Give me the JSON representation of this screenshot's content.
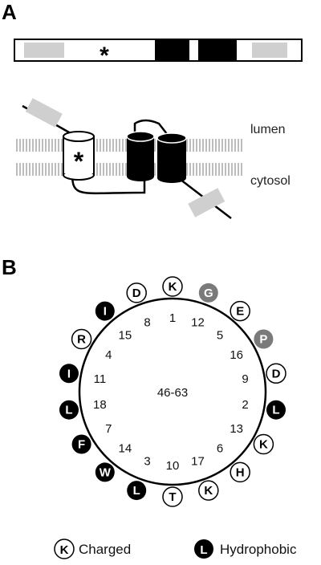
{
  "panel_a": {
    "letter": "A",
    "bar_marker": "*",
    "helix_marker": "*",
    "lumen_label": "lumen",
    "cytosol_label": "cytosol",
    "colors": {
      "amphipathic": "#cfcfcf",
      "transmembrane": "#000000",
      "membrane": "#c8c8c8"
    }
  },
  "panel_b": {
    "letter": "B",
    "center_label": "46-63",
    "positions": [
      "1",
      "2",
      "3",
      "4",
      "5",
      "6",
      "7",
      "8",
      "9",
      "10",
      "11",
      "12",
      "13",
      "14",
      "15",
      "16",
      "17",
      "18"
    ],
    "residues": [
      {
        "letter": "K",
        "type": "charged"
      },
      {
        "letter": "G",
        "type": "other"
      },
      {
        "letter": "E",
        "type": "charged"
      },
      {
        "letter": "P",
        "type": "other"
      },
      {
        "letter": "D",
        "type": "charged"
      },
      {
        "letter": "L",
        "type": "hydrophobic"
      },
      {
        "letter": "K",
        "type": "charged"
      },
      {
        "letter": "H",
        "type": "charged"
      },
      {
        "letter": "K",
        "type": "charged"
      },
      {
        "letter": "T",
        "type": "charged"
      },
      {
        "letter": "L",
        "type": "hydrophobic"
      },
      {
        "letter": "W",
        "type": "hydrophobic"
      },
      {
        "letter": "F",
        "type": "hydrophobic"
      },
      {
        "letter": "L",
        "type": "hydrophobic"
      },
      {
        "letter": "I",
        "type": "hydrophobic"
      },
      {
        "letter": "R",
        "type": "charged"
      },
      {
        "letter": "I",
        "type": "hydrophobic"
      },
      {
        "letter": "D",
        "type": "charged"
      }
    ],
    "legend": [
      {
        "symbol": "K",
        "label": "Charged",
        "type": "charged"
      },
      {
        "symbol": "L",
        "label": "Hydrophobic",
        "type": "hydrophobic"
      }
    ],
    "colors": {
      "charged": "#ffffff",
      "hydrophobic": "#000000",
      "other": "#7a7a7a"
    }
  }
}
